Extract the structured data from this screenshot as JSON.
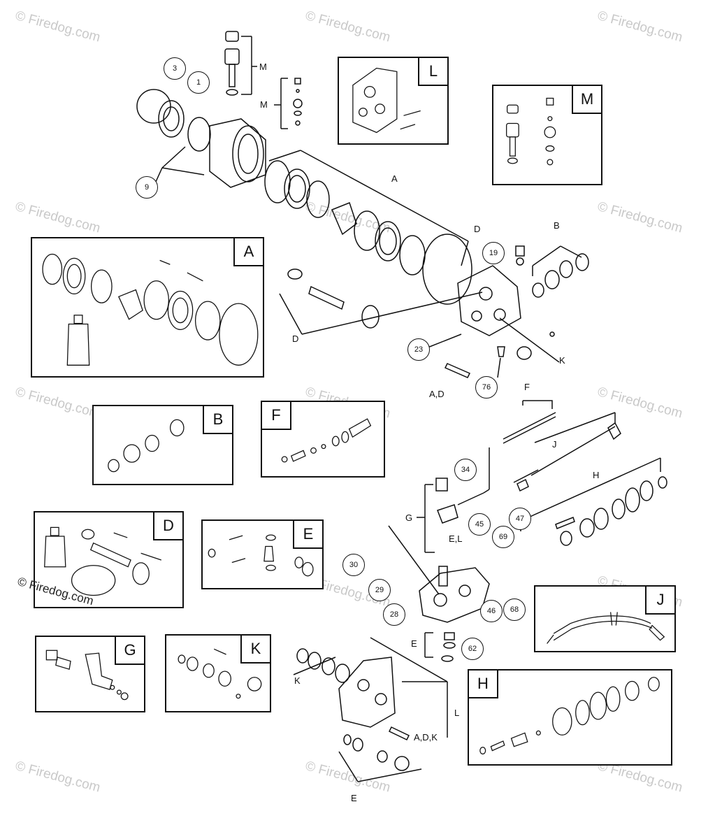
{
  "watermark": "© Firedog.com",
  "copyright_text": "© Firedog.com",
  "callouts": {
    "c3": "3",
    "c1": "1",
    "c9": "9",
    "c19": "19",
    "c23": "23",
    "c76": "76",
    "c34": "34",
    "c45": "45",
    "c47": "47",
    "c69": "69",
    "c30": "30",
    "c29": "29",
    "c46": "46",
    "c68": "68",
    "c28": "28",
    "c62": "62"
  },
  "group_labels": {
    "M1": "M",
    "M2": "M",
    "A": "A",
    "D1": "D",
    "D2": "D",
    "B": "B",
    "AD1": "A,D",
    "K1": "K",
    "F": "F",
    "J": "J",
    "H": "H",
    "G": "G",
    "EL": "E,L",
    "E1": "E",
    "K2": "K",
    "L": "L",
    "ADK": "A,D,K",
    "E2": "E"
  },
  "kits": {
    "L": "L",
    "M": "M",
    "A": "A",
    "B": "B",
    "F": "F",
    "D": "D",
    "E": "E",
    "J": "J",
    "G": "G",
    "K": "K",
    "H": "H"
  }
}
